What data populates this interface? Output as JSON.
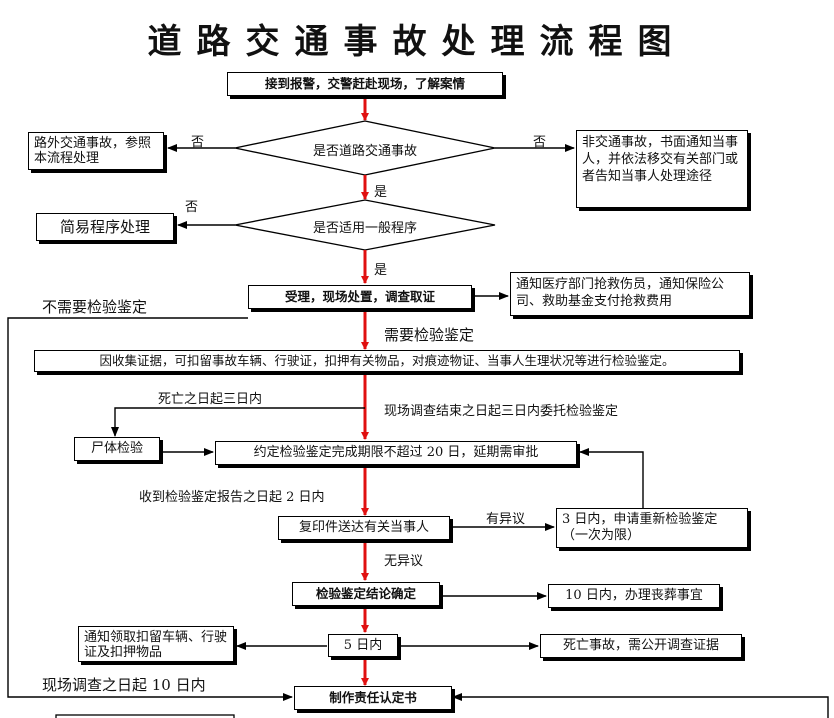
{
  "title": "道路交通事故处理流程图",
  "nodes": {
    "report": "接到报警，交警赶赴现场，了解案情",
    "is_road_accident": "是否道路交通事故",
    "off_road": "路外交通事故，参照本流程处理",
    "non_traffic": "非交通事故，书面通知当事人，并依法移交有关部门或者告知当事人处理途径",
    "general_procedure": "是否适用一般程序",
    "simple_procedure": "简易程序处理",
    "accept": "受理，现场处置，调查取证",
    "notify_medical": "通知医疗部门抢救伤员，通知保险公司、救助基金支付抢救费用",
    "collect_evidence": "因收集证据，可扣留事故车辆、行驶证，扣押有关物品，对痕迹物证、当事人生理状况等进行检验鉴定。",
    "autopsy": "尸体检验",
    "agreed_period": "约定检验鉴定完成期限不超过 20 日，延期需审批",
    "copy_to_parties": "复印件送达有关当事人",
    "re_inspection": "3 日内，申请重新检验鉴定（一次为限）",
    "conclusion": "检验鉴定结论确定",
    "funeral": "10 日内，办理丧葬事宜",
    "return_items": "通知领取扣留车辆、行驶证及扣押物品",
    "five_days": "5 日内",
    "death_accident": "死亡事故，需公开调查证据",
    "liability": "制作责任认定书"
  },
  "labels": {
    "no_1": "否",
    "no_2": "否",
    "no_3": "否",
    "yes_1": "是",
    "yes_2": "是",
    "no_inspection": "不需要检验鉴定",
    "need_inspection": "需要检验鉴定",
    "death_3days": "死亡之日起三日内",
    "entrust_3days": "现场调查结束之日起三日内委托检验鉴定",
    "report_2days": "收到检验鉴定报告之日起 2 日内",
    "objection": "有异议",
    "no_objection": "无异议",
    "survey_10days": "现场调查之日起 10 日内"
  },
  "colors": {
    "main_arrow": "#e01010",
    "line": "#000000"
  }
}
